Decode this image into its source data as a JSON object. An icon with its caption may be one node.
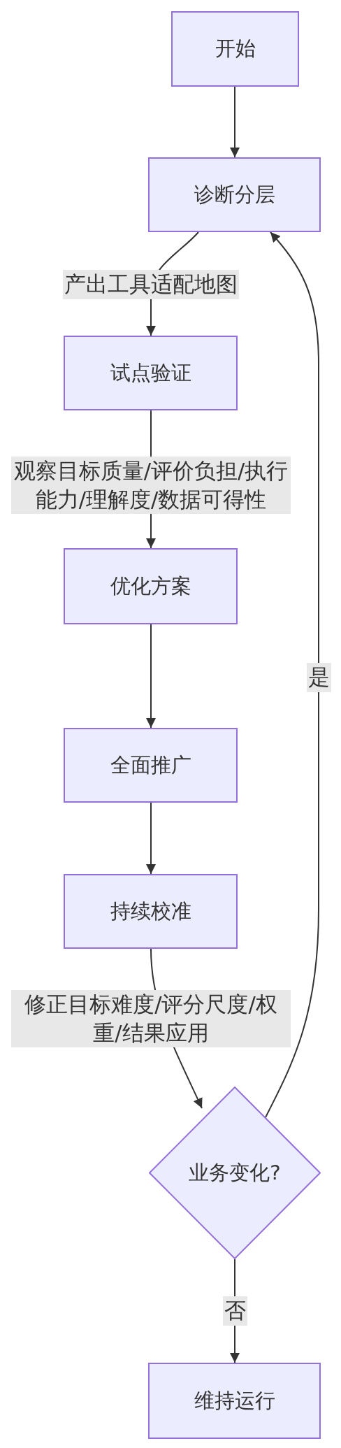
{
  "diagram": {
    "nodes": [
      {
        "text": [
          "开始"
        ]
      },
      {
        "text": [
          "诊断分层"
        ]
      },
      {
        "text": [
          "试点验证"
        ]
      },
      {
        "text": [
          "优化方案"
        ]
      },
      {
        "text": [
          "全面推广"
        ]
      },
      {
        "text": [
          "持续校准"
        ]
      },
      {
        "text": [
          "业务变化?"
        ]
      },
      {
        "text": [
          "维持运行"
        ]
      }
    ],
    "edges": [
      {
        "from": 0,
        "to": 1,
        "arrow": "to"
      },
      {
        "from": 1,
        "to": 2,
        "arrow": "to",
        "label": "产出工具适配地图"
      },
      {
        "from": 2,
        "to": 3,
        "arrow": "to",
        "label": "观察目标质量/评价负担/执行能力/理解度/数据可得性"
      },
      {
        "from": 3,
        "to": 4,
        "arrow": "to"
      },
      {
        "from": 4,
        "to": 5,
        "arrow": "to"
      },
      {
        "from": 5,
        "to": 6,
        "arrow": "to",
        "label": "修正目标难度/评分尺度/权重/结果应用"
      },
      {
        "from": 6,
        "to": 1,
        "arrow": "to",
        "label": "是"
      },
      {
        "from": 6,
        "to": 7,
        "arrow": "to",
        "label": "否"
      }
    ]
  }
}
